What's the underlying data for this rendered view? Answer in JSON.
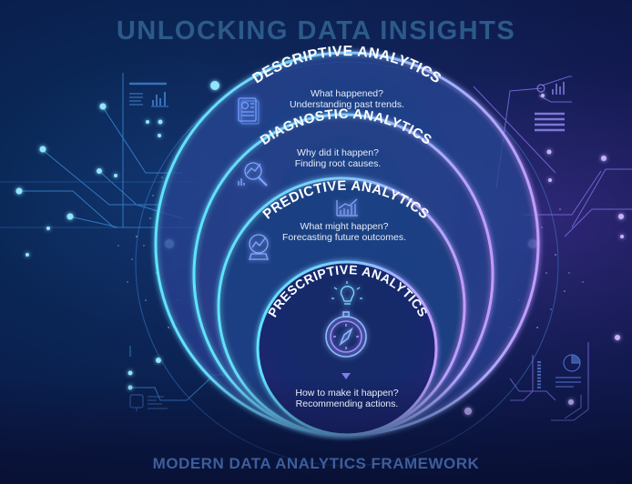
{
  "title": "UNLOCKING DATA INSIGHTS",
  "footer": "MODERN DATA ANALYTICS FRAMEWORK",
  "layers": [
    {
      "name": "DESCRIPTIVE ANALYTICS",
      "question": "What happened?",
      "description": "Understanding past trends.",
      "icon": "report-document-icon"
    },
    {
      "name": "DIAGNOSTIC ANALYTICS",
      "question": "Why did it happen?",
      "description": "Finding root causes.",
      "icon": "magnifier-chart-icon"
    },
    {
      "name": "PREDICTIVE ANALYTICS",
      "question": "What might happen?",
      "description": "Forecasting future outcomes.",
      "icon": "crystal-ball-icon"
    },
    {
      "name": "PRESCRIPTIVE ANALYTICS",
      "question": "How to make it happen?",
      "description": "Recommending actions.",
      "icon": "compass-lightbulb-icon"
    }
  ],
  "colors": {
    "background": "#0a2655",
    "ring_cyan": "#5fe3ff",
    "ring_violet": "#b89cff",
    "title": "#2c5a8a",
    "footer": "#3d5e9c"
  }
}
